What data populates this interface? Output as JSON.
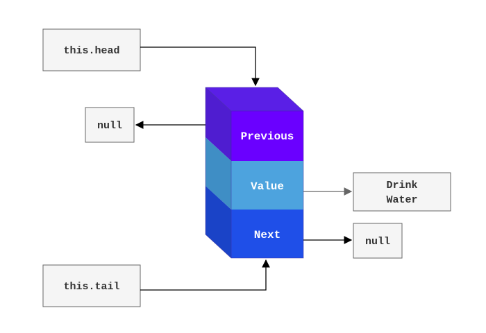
{
  "labels": {
    "head": "this.head",
    "tail": "this.tail",
    "prev_target": "null",
    "next_target": "null",
    "value_line1": "Drink",
    "value_line2": "Water"
  },
  "node": {
    "previous": "Previous",
    "value": "Value",
    "next": "Next"
  },
  "colors": {
    "previous_front": "#6a00ff",
    "previous_top": "#5a1fe6",
    "previous_side": "#4f1dd0",
    "value_front": "#4da3de",
    "value_side": "#3f8ec5",
    "next_front": "#1f4fe8",
    "next_side": "#1a43c7",
    "box_fill": "#f5f5f5",
    "box_stroke": "#666666"
  }
}
